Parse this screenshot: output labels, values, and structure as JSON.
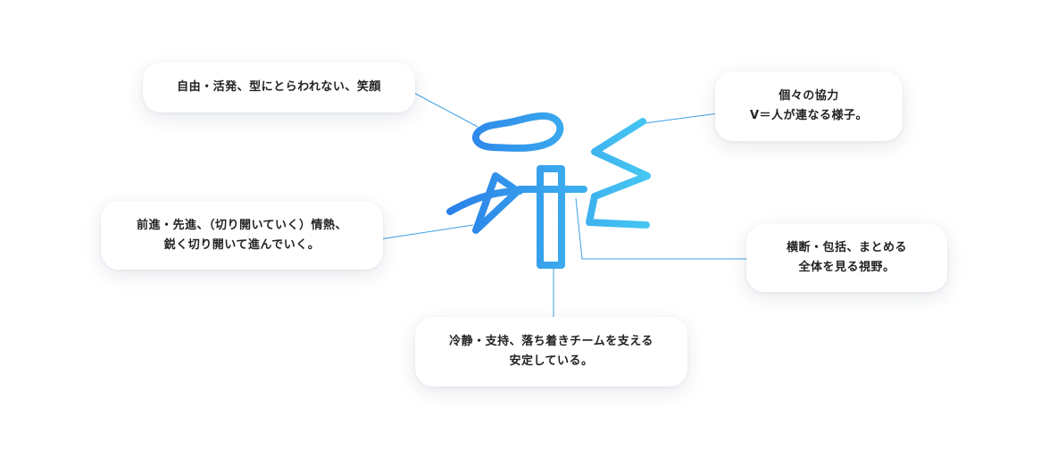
{
  "diagram": {
    "colors": {
      "connector": "#3aa0e6",
      "logo_gradient_start": "#2a7fe8",
      "logo_gradient_end": "#46c8f2",
      "callout_bg": "#ffffff",
      "text": "#222222"
    },
    "logo_icon": "stylized-glyph-logo",
    "callouts": {
      "joy": {
        "lines": [
          "自由・活発、型にとらわれない、笑顔"
        ]
      },
      "cooperation": {
        "lines": [
          "個々の協力",
          "V＝人が連なる様子。"
        ]
      },
      "forward": {
        "lines": [
          "前進・先進、（切り開いていく）情熱、",
          "鋭く切り開いて進んでいく。"
        ]
      },
      "overview": {
        "lines": [
          "横断・包括、まとめる",
          "全体を見る視野。"
        ]
      },
      "calm": {
        "lines": [
          "冷静・支持、落ち着きチームを支える",
          "安定している。"
        ]
      }
    }
  }
}
